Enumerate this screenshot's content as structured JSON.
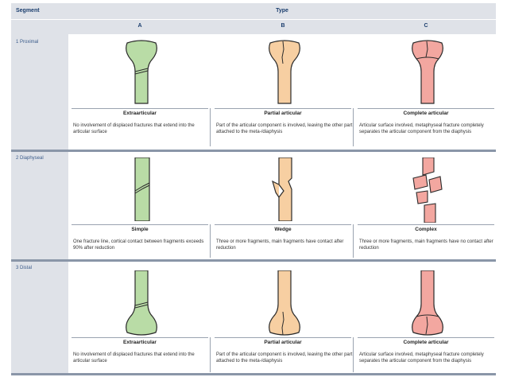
{
  "header": {
    "segment": "Segment",
    "type": "Type",
    "cols": [
      "A",
      "B",
      "C"
    ]
  },
  "rows": [
    {
      "segment": "1 Proximal",
      "cells": [
        {
          "caption": "Extraarticular",
          "desc": "No involvement of displaced fractures that extend into the articular surface"
        },
        {
          "caption": "Partial articular",
          "desc": "Part of the articular component is involved, leaving the other part attached to the meta-/diaphysis"
        },
        {
          "caption": "Complete articular",
          "desc": "Articular surface involved, metaphyseal fracture completely separates the articular component from the diaphysis"
        }
      ]
    },
    {
      "segment": "2 Diaphyseal",
      "cells": [
        {
          "caption": "Simple",
          "desc": "One fracture line, cortical contact between fragments exceeds 90% after reduction"
        },
        {
          "caption": "Wedge",
          "desc": "Three or more fragments, main fragments have contact after reduction"
        },
        {
          "caption": "Complex",
          "desc": "Three or more fragments, main fragments have no contact after reduction"
        }
      ]
    },
    {
      "segment": "3 Distal",
      "cells": [
        {
          "caption": "Extraarticular",
          "desc": "No involvement of displaced fractures that extend into the articular surface"
        },
        {
          "caption": "Partial articular",
          "desc": "Part of the articular component is involved, leaving the other part attached to the meta-/diaphysis"
        },
        {
          "caption": "Complete articular",
          "desc": "Articular surface involved, metaphyseal fracture completely separates the articular component from the diaphysis"
        }
      ]
    }
  ],
  "colors": {
    "A": "#b9dca6",
    "B": "#f7cfa2",
    "C": "#f3a7a0",
    "header_bg": "#dfe2e8",
    "header_text": "#1b3e6e"
  }
}
